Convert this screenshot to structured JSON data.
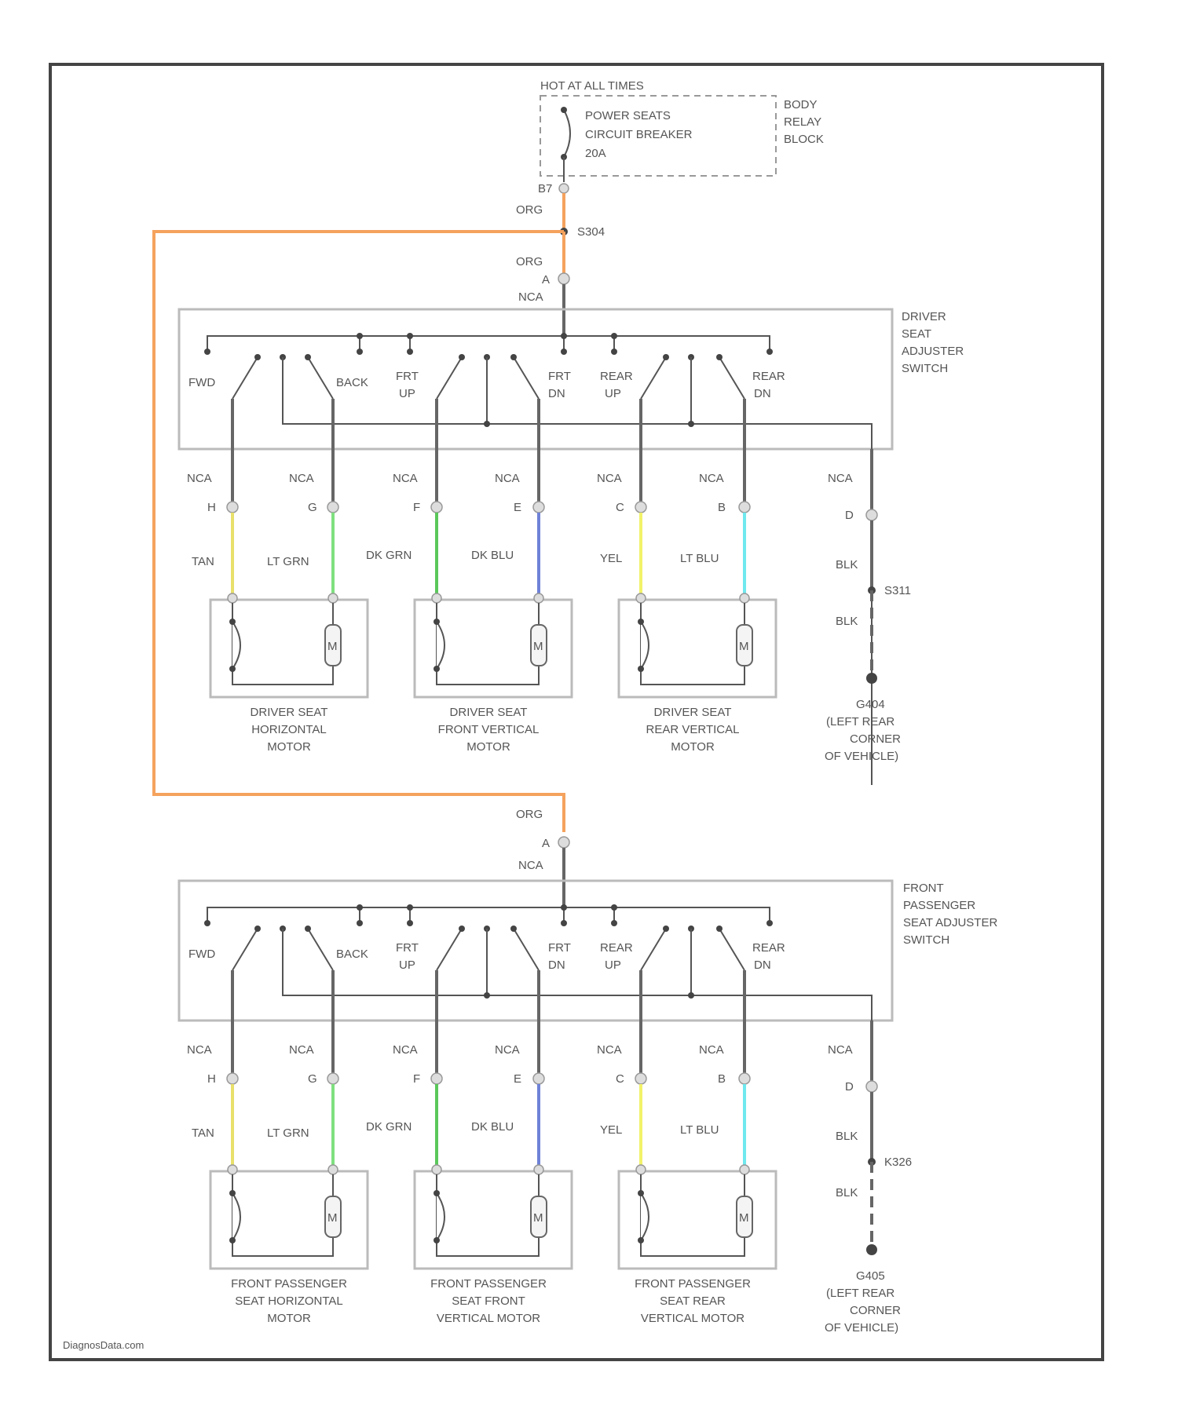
{
  "header": {
    "hot_label": "HOT AT ALL TIMES",
    "breaker_lines": [
      "POWER SEATS",
      "CIRCUIT BREAKER",
      "20A"
    ],
    "relay_block_lines": [
      "BODY",
      "RELAY",
      "BLOCK"
    ],
    "pin_b7": "B7",
    "wire_org_1": "ORG",
    "splice_s304": "S304",
    "wire_org_2": "ORG"
  },
  "colors": {
    "org": "#f5a25d",
    "tan": "#e8e06a",
    "lt_grn": "#7fe07f",
    "dk_grn": "#5ac85a",
    "dk_blu": "#6f82d8",
    "yel": "#f2f26a",
    "lt_blu": "#6fe8ee",
    "blk": "#555555"
  },
  "switch_labels": {
    "fwd": "FWD",
    "back": "BACK",
    "frt_up": [
      "FRT",
      "UP"
    ],
    "frt_dn": [
      "FRT",
      "DN"
    ],
    "rear_up": [
      "REAR",
      "UP"
    ],
    "rear_dn": [
      "REAR",
      "DN"
    ]
  },
  "sections": [
    {
      "in_wire": "ORG",
      "in_pin": "A",
      "in_nca": "NCA",
      "switch_title": [
        "DRIVER",
        "SEAT",
        "ADJUSTER",
        "SWITCH"
      ],
      "wires": [
        {
          "nca": "NCA",
          "pin": "H",
          "color_name": "TAN",
          "color_key": "tan"
        },
        {
          "nca": "NCA",
          "pin": "G",
          "color_name": "LT GRN",
          "color_key": "lt_grn"
        },
        {
          "nca": "NCA",
          "pin": "F",
          "color_name": "DK GRN",
          "color_key": "dk_grn"
        },
        {
          "nca": "NCA",
          "pin": "E",
          "color_name": "DK BLU",
          "color_key": "dk_blu"
        },
        {
          "nca": "NCA",
          "pin": "C",
          "color_name": "YEL",
          "color_key": "yel"
        },
        {
          "nca": "NCA",
          "pin": "B",
          "color_name": "LT BLU",
          "color_key": "lt_blu"
        }
      ],
      "ground_wire": {
        "nca": "NCA",
        "pin": "D",
        "color_1": "BLK",
        "splice": "S311",
        "color_2": "BLK",
        "label": [
          "G404",
          "(LEFT REAR",
          "CORNER",
          "OF VEHICLE)"
        ]
      },
      "motors": [
        [
          "DRIVER SEAT",
          "HORIZONTAL",
          "MOTOR"
        ],
        [
          "DRIVER SEAT",
          "FRONT VERTICAL",
          "MOTOR"
        ],
        [
          "DRIVER SEAT",
          "REAR VERTICAL",
          "MOTOR"
        ]
      ],
      "motor_symbol": "M"
    },
    {
      "in_wire": "ORG",
      "in_pin": "A",
      "in_nca": "NCA",
      "switch_title": [
        "FRONT",
        "PASSENGER",
        "SEAT ADJUSTER",
        "SWITCH"
      ],
      "wires": [
        {
          "nca": "NCA",
          "pin": "H",
          "color_name": "TAN",
          "color_key": "tan"
        },
        {
          "nca": "NCA",
          "pin": "G",
          "color_name": "LT GRN",
          "color_key": "lt_grn"
        },
        {
          "nca": "NCA",
          "pin": "F",
          "color_name": "DK GRN",
          "color_key": "dk_grn"
        },
        {
          "nca": "NCA",
          "pin": "E",
          "color_name": "DK BLU",
          "color_key": "dk_blu"
        },
        {
          "nca": "NCA",
          "pin": "C",
          "color_name": "YEL",
          "color_key": "yel"
        },
        {
          "nca": "NCA",
          "pin": "B",
          "color_name": "LT BLU",
          "color_key": "lt_blu"
        }
      ],
      "ground_wire": {
        "nca": "NCA",
        "pin": "D",
        "color_1": "BLK",
        "splice": "K326",
        "color_2": "BLK",
        "label": [
          "G405",
          "(LEFT REAR",
          "CORNER",
          "OF VEHICLE)"
        ]
      },
      "motors": [
        [
          "FRONT PASSENGER",
          "SEAT HORIZONTAL",
          "MOTOR"
        ],
        [
          "FRONT PASSENGER",
          "SEAT FRONT",
          "VERTICAL MOTOR"
        ],
        [
          "FRONT PASSENGER",
          "SEAT REAR",
          "VERTICAL MOTOR"
        ]
      ],
      "motor_symbol": "M"
    }
  ],
  "watermark": "DiagnosData.com"
}
